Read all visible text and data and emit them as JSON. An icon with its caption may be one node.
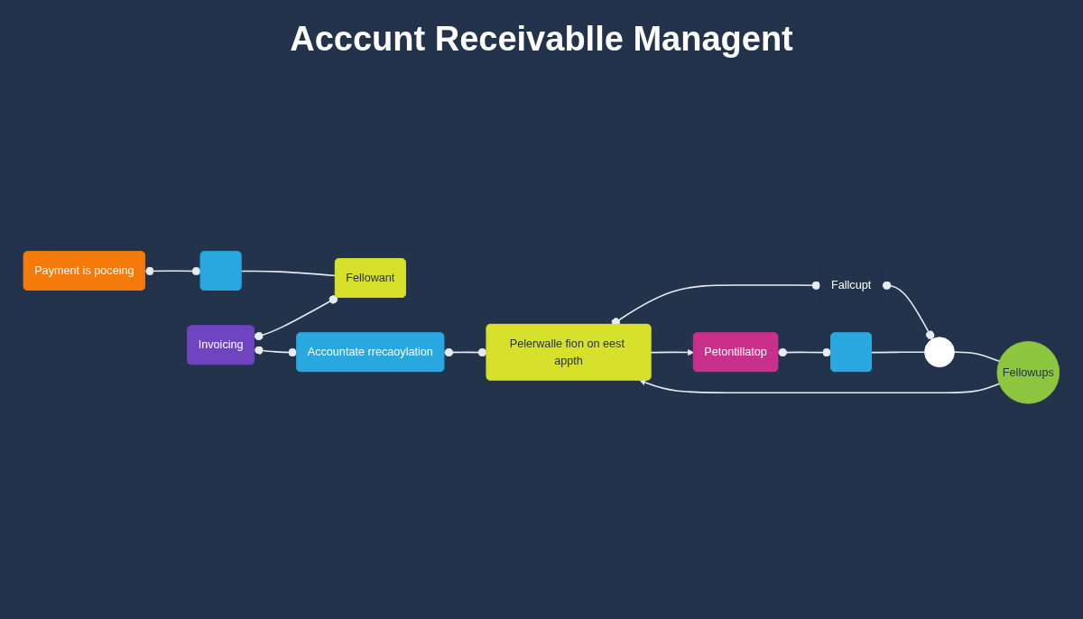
{
  "diagram": {
    "title": "Acccunt Receivablle Managent",
    "nodes": [
      {
        "text": [
          "Payment is poceing"
        ]
      },
      {
        "text": [],
        "shape": "box"
      },
      {
        "text": [
          "Invoicing"
        ]
      },
      {
        "text": [
          "Fellowant"
        ]
      },
      {
        "text": [
          "Fellowups"
        ]
      },
      {
        "text": [
          "Accountate rrecaoylation"
        ]
      },
      {
        "text": [
          "Pelerwalle fion on eest appth"
        ]
      },
      {
        "text": [
          "Fallcupt"
        ]
      },
      {
        "text": [],
        "shape": "circle"
      },
      {
        "text": [
          "Petontillatop"
        ]
      },
      {
        "text": [],
        "shape": "box"
      }
    ],
    "edges": [
      {
        "from": 0,
        "to": 1,
        "arrow": "other"
      },
      {
        "from": 1,
        "to": 3,
        "arrow": "none"
      },
      {
        "from": 2,
        "to": 3,
        "arrow": "other"
      },
      {
        "from": 2,
        "to": 5,
        "arrow": "other"
      },
      {
        "from": 5,
        "to": 6,
        "arrow": "other"
      },
      {
        "from": 4,
        "to": 6,
        "arrow": "to"
      },
      {
        "from": 6,
        "to": 7,
        "arrow": "other"
      },
      {
        "from": 7,
        "to": 8,
        "arrow": "other"
      },
      {
        "from": 8,
        "to": 4,
        "arrow": "none"
      },
      {
        "from": 6,
        "to": 9,
        "arrow": "to"
      },
      {
        "from": 9,
        "to": 10,
        "arrow": "other"
      },
      {
        "from": 10,
        "to": 8,
        "arrow": "none"
      }
    ]
  }
}
